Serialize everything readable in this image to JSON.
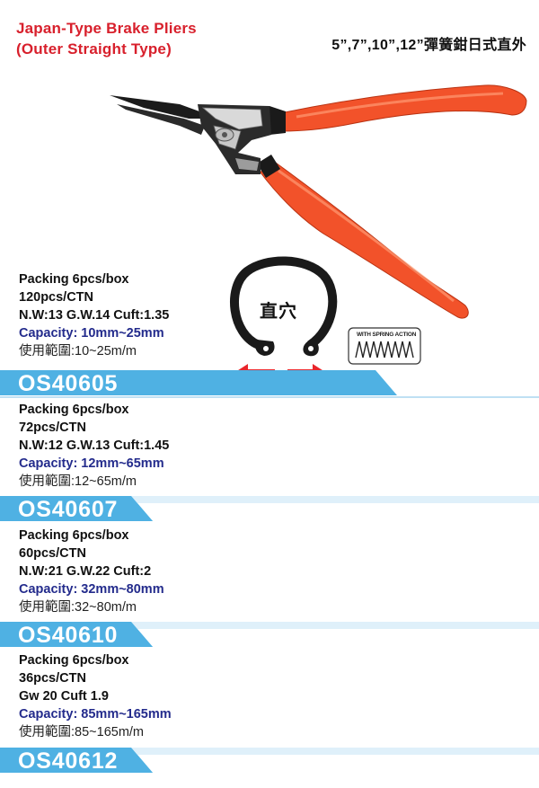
{
  "header": {
    "title_en_line1": "Japan-Type Brake Pliers",
    "title_en_line2": "(Outer Straight Type)",
    "title_cn": "5”,7”,10”,12”彈簧鉗日式直外"
  },
  "illustration": {
    "clip_label": "直穴",
    "spring_caption": "WITH SPRING ACTION"
  },
  "colors": {
    "title_red": "#d8202c",
    "handle_orange": "#f2522a",
    "band_blue": "#4fb1e3",
    "capacity_blue": "#232b8c",
    "arrow_red": "#e8262c"
  },
  "products": [
    {
      "packing": "Packing 6pcs/box",
      "ctn": "120pcs/CTN",
      "weight": "N.W:13  G.W.14  Cuft:1.35",
      "capacity": "Capacity: 10mm~25mm",
      "range_cn": "使用範圍:10~25m/m",
      "code": "OS40605"
    },
    {
      "packing": "Packing 6pcs/box",
      "ctn": "72pcs/CTN",
      "weight": "N.W:12  G.W.13  Cuft:1.45",
      "capacity": "Capacity: 12mm~65mm",
      "range_cn": "使用範圍:12~65m/m",
      "code": "OS40607"
    },
    {
      "packing": "Packing 6pcs/box",
      "ctn": "60pcs/CTN",
      "weight": "N.W:21  G.W.22  Cuft:2",
      "capacity": "Capacity: 32mm~80mm",
      "range_cn": "使用範圍:32~80m/m",
      "code": "OS40610"
    },
    {
      "packing": "Packing 6pcs/box",
      "ctn": "36pcs/CTN",
      "weight": "Gw 20 Cuft 1.9",
      "capacity": "Capacity: 85mm~165mm",
      "range_cn": "使用範圍:85~165m/m",
      "code": "OS40612"
    }
  ]
}
